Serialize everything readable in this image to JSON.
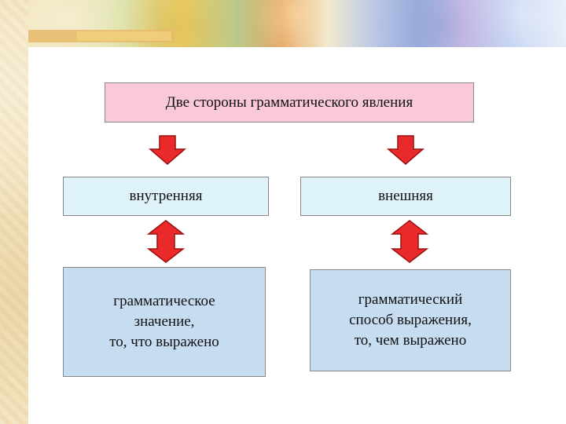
{
  "diagram": {
    "title": "Две стороны грамматического явления",
    "inner_side": "внутренняя",
    "outer_side": "внешняя",
    "meaning": "грамматическое\nзначение,\nто, что выражено",
    "means": "грамматический\nспособ выражения,\nто, чем выражено"
  },
  "colors": {
    "title_box": "#f9c9da",
    "side_box": "#dff3fb",
    "detail_box": "#c6dcf0",
    "arrow": "#ea2a2a"
  }
}
